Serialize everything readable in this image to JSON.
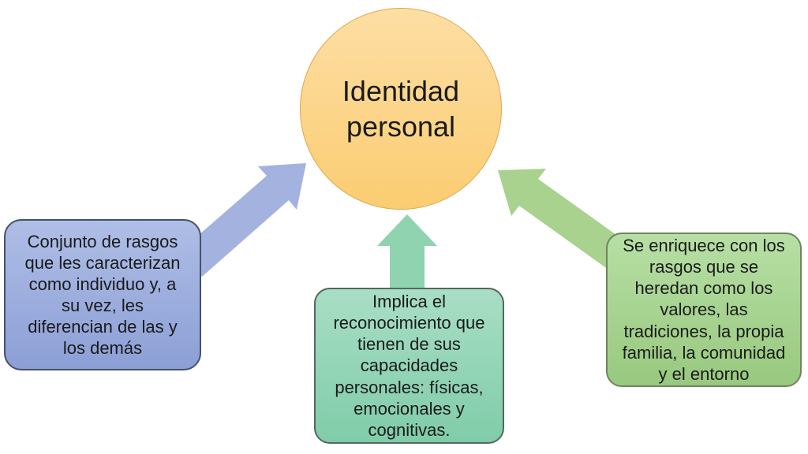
{
  "diagram": {
    "title": "Identidad personal",
    "center_node": {
      "label": "Identidad\npersonal"
    },
    "boxes": [
      {
        "id": "definition",
        "position": "left",
        "text": "Conjunto de rasgos\nque les caracterizan\ncomo individuo y, a\nsu vez, les\ndiferencian de las y\nlos demás"
      },
      {
        "id": "recognition",
        "position": "middle",
        "text": "Implica el\nreconocimiento que\ntienen de sus\ncapacidades\npersonales: físicas,\nemocionales y\ncognitivas."
      },
      {
        "id": "enrichment",
        "position": "right",
        "text": "Se enriquece con los\nrasgos que se\nheredan como los\nvalores, las\ntradiciones, la propia\nfamilia, la comunidad\ny el entorno"
      }
    ],
    "arrows": [
      {
        "id": "left-to-center",
        "from": "definition-box",
        "to": "center-circle"
      },
      {
        "id": "middle-to-center",
        "from": "recognition-box",
        "to": "center-circle"
      },
      {
        "id": "right-to-center",
        "from": "enrichment-box",
        "to": "center-circle"
      }
    ],
    "colors": {
      "background": "#FFFFFF",
      "circle_top": "#FDDEA4",
      "circle_bottom": "#FBCD72",
      "circle_border": "#E0A64E",
      "left_box_top": "#AFBEE6",
      "left_box_bottom": "#8C9FD6",
      "left_box_border": "#47506B",
      "left_arrow": "#A3B2DF",
      "middle_box_top": "#A8DEC5",
      "middle_box_bottom": "#80CCA9",
      "middle_box_border": "#55675F",
      "middle_arrow": "#8FD3B0",
      "right_box_top": "#B7DFA5",
      "right_box_bottom": "#98C97F",
      "right_box_border": "#70845F",
      "right_arrow": "#A8D28E"
    }
  }
}
